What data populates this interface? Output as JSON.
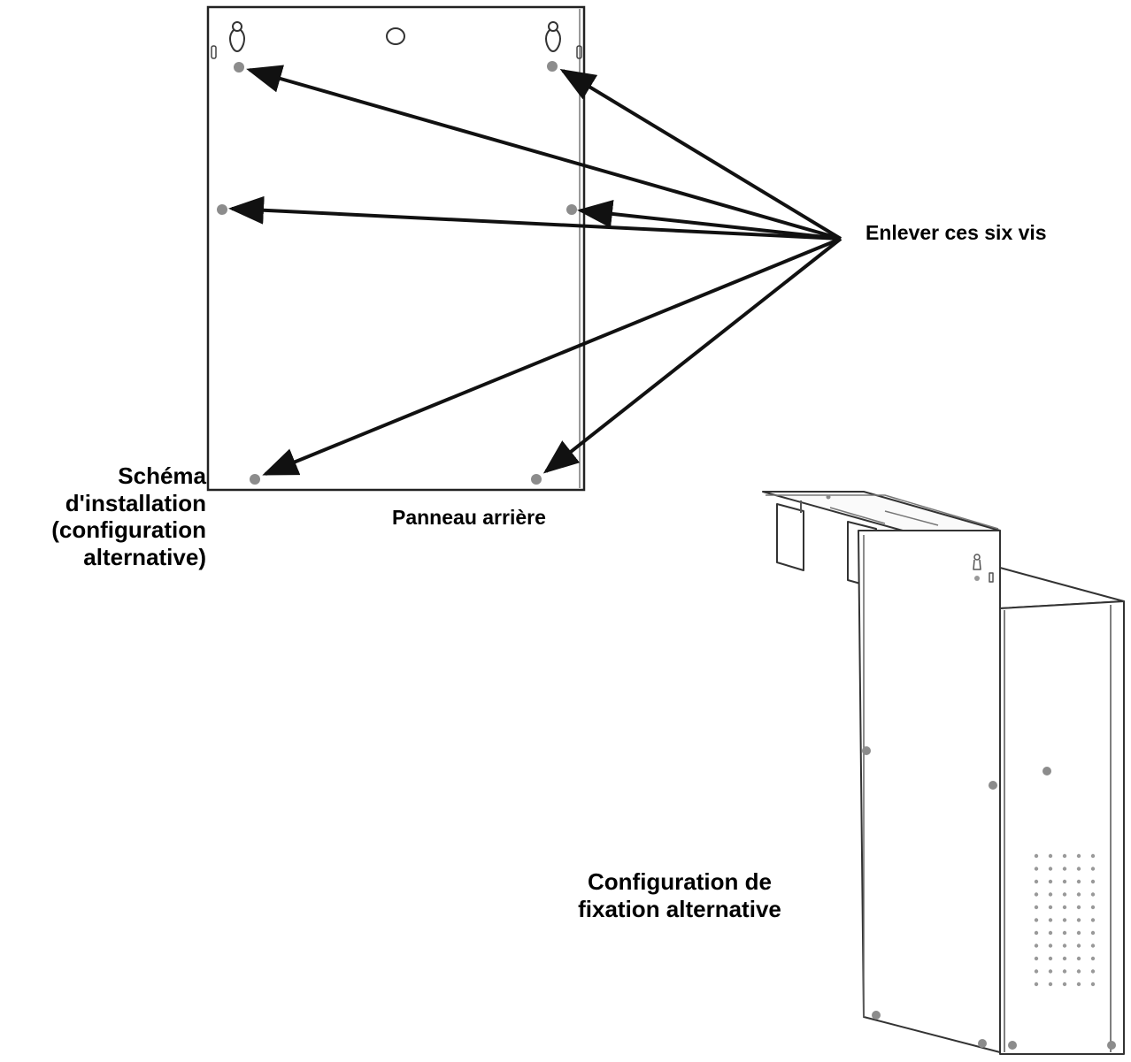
{
  "labels": {
    "remove_screws": "Enlever ces six vis",
    "back_panel": "Panneau arrière",
    "install_schema": [
      "Schéma",
      "d'installation",
      "(configuration",
      "alternative)"
    ],
    "alt_mounting": [
      "Configuration de",
      "fixation alternative"
    ]
  },
  "colors": {
    "line": "#111111",
    "panel_edge": "#9a9a9a",
    "screw": "#8c8c8c"
  },
  "screw_count": 6
}
